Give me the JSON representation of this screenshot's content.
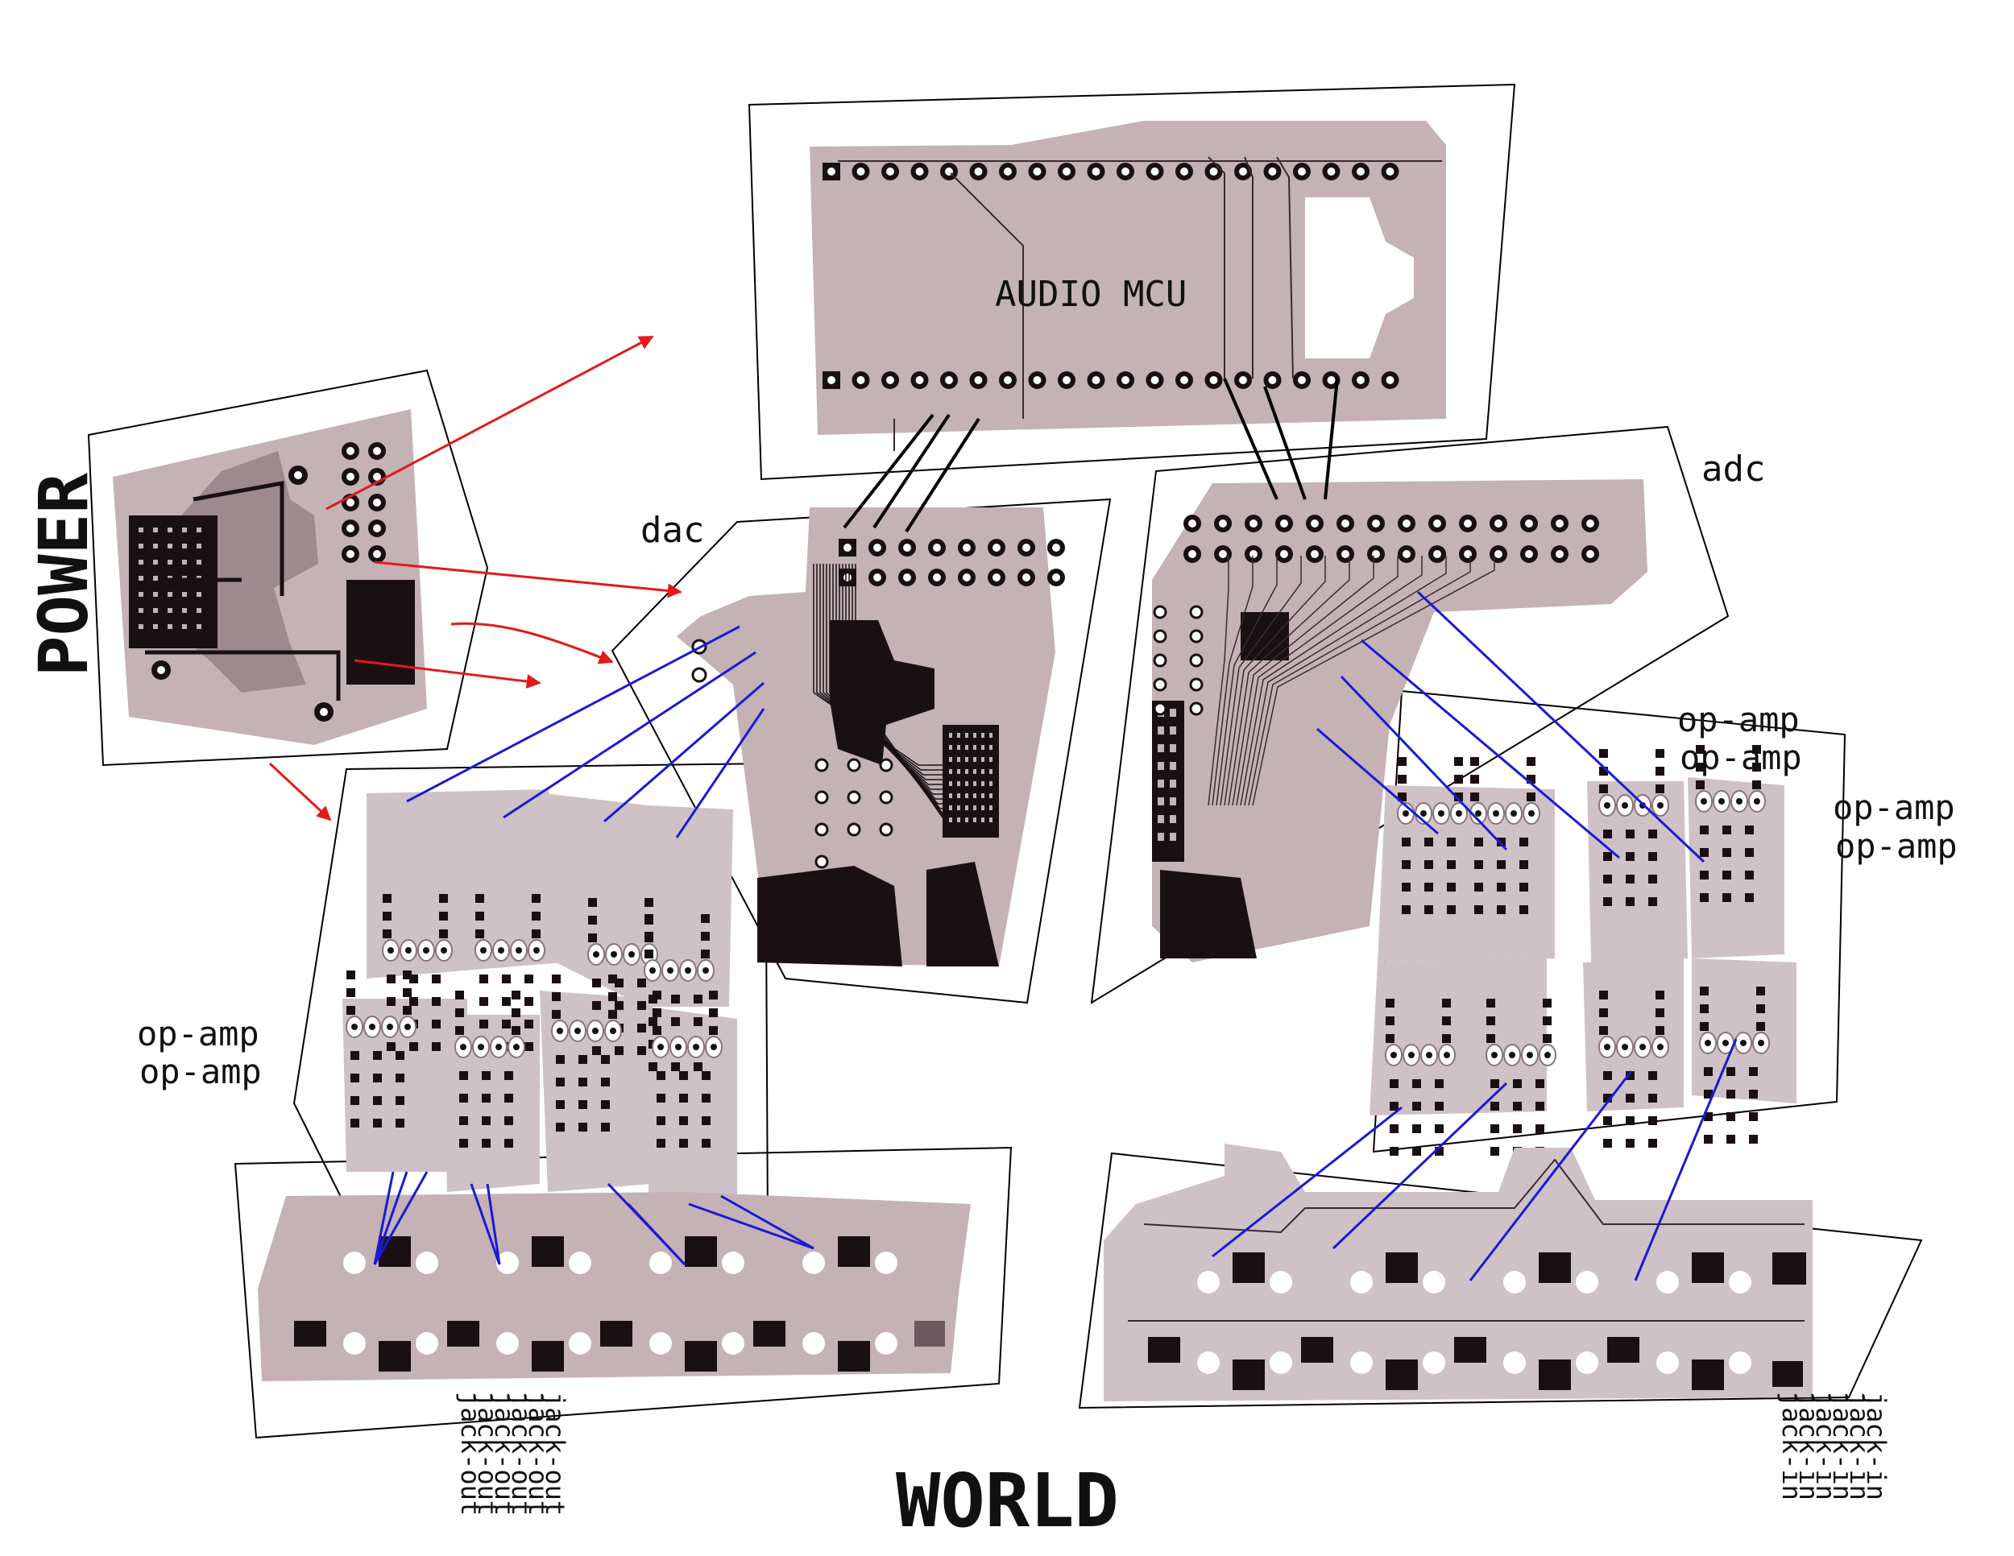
{
  "labels": {
    "power": "POWER",
    "world": "WORLD",
    "audio_mcu": "AUDIO MCU",
    "dac": "dac",
    "adc": "adc",
    "op_amp": "op-amp",
    "jack_out": "jack-out",
    "jack_in": "jack-in"
  },
  "counts": {
    "jack_out_labels": 6,
    "jack_in_labels": 6
  },
  "colors": {
    "pcb_fill": "#c4b2b4",
    "pcb_fill_light": "#cfc2c7",
    "pcb_dark": "#1a1014",
    "trace": "#3a2a30",
    "pad": "#ffffff",
    "outline": "#000000",
    "power_arrow": "#e31a1a",
    "signal_line": "#1a1ad6",
    "mcu_line": "#000000"
  }
}
